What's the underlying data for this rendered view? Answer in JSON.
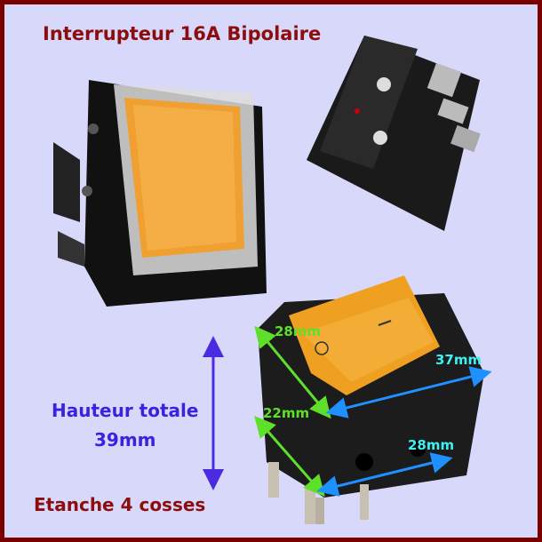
{
  "title": "Interrupteur 16A Bipolaire",
  "height_label": {
    "line1": "Hauteur totale",
    "line2": "39mm"
  },
  "footer": "Etanche 4 cosses",
  "dimensions": {
    "top_depth": "28mm",
    "length": "37mm",
    "side_height": "22mm",
    "width": "28mm"
  },
  "colors": {
    "border": "#7a0000",
    "background": "#d8d8fb",
    "title": "#8b0d0d",
    "height_text": "#3a22e0",
    "arrow_green": "#5ee02a",
    "arrow_blue": "#1e90ff",
    "label_cyan": "#3ff0f0",
    "rocker": "#f0a020"
  }
}
